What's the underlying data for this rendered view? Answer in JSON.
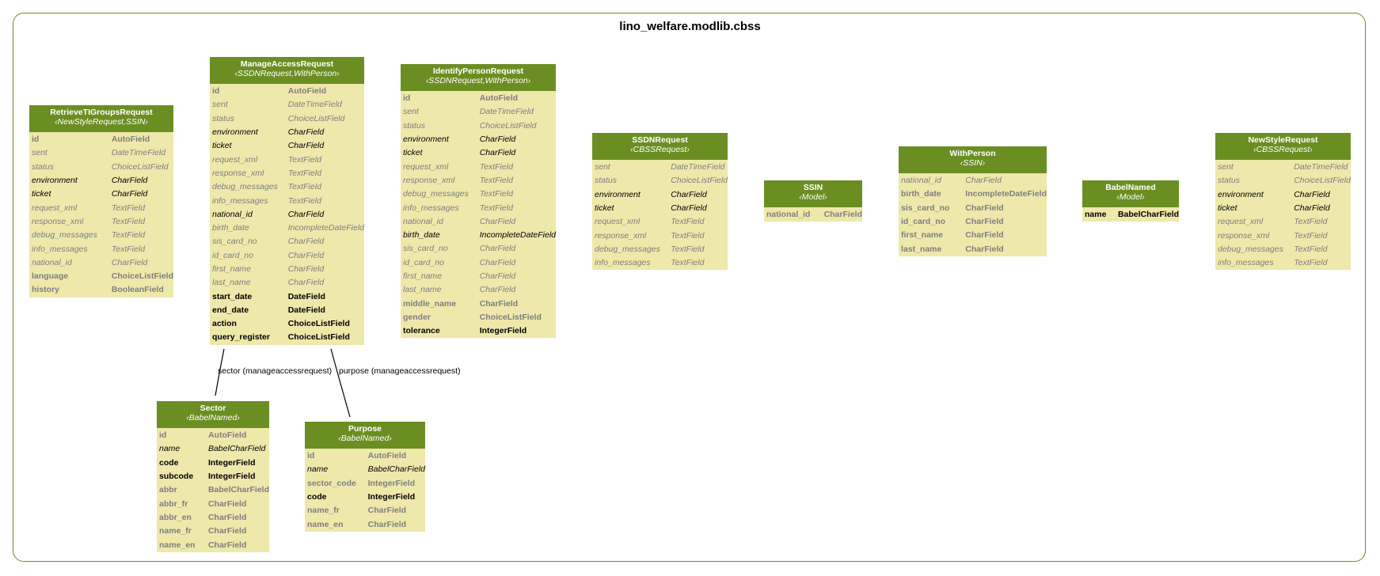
{
  "title": "lino_welfare.modlib.cbss",
  "models": [
    {
      "id": "RetrieveTIGroupsRequest",
      "name": "RetrieveTIGroupsRequest",
      "bases": "‹NewStyleRequest,SSIN›",
      "fields": [
        {
          "name": "id",
          "type": "AutoField",
          "style": "boldgray"
        },
        {
          "name": "sent",
          "type": "DateTimeField",
          "style": "italgray"
        },
        {
          "name": "status",
          "type": "ChoiceListField",
          "style": "italgray"
        },
        {
          "name": "environment",
          "type": "CharField",
          "style": "ital"
        },
        {
          "name": "ticket",
          "type": "CharField",
          "style": "ital"
        },
        {
          "name": "request_xml",
          "type": "TextField",
          "style": "italgray"
        },
        {
          "name": "response_xml",
          "type": "TextField",
          "style": "italgray"
        },
        {
          "name": "debug_messages",
          "type": "TextField",
          "style": "italgray"
        },
        {
          "name": "info_messages",
          "type": "TextField",
          "style": "italgray"
        },
        {
          "name": "national_id",
          "type": "CharField",
          "style": "italgray"
        },
        {
          "name": "language",
          "type": "ChoiceListField",
          "style": "boldgray"
        },
        {
          "name": "history",
          "type": "BooleanField",
          "style": "boldgray"
        }
      ]
    },
    {
      "id": "ManageAccessRequest",
      "name": "ManageAccessRequest",
      "bases": "‹SSDNRequest,WithPerson›",
      "fields": [
        {
          "name": "id",
          "type": "AutoField",
          "style": "boldgray"
        },
        {
          "name": "sent",
          "type": "DateTimeField",
          "style": "italgray"
        },
        {
          "name": "status",
          "type": "ChoiceListField",
          "style": "italgray"
        },
        {
          "name": "environment",
          "type": "CharField",
          "style": "ital"
        },
        {
          "name": "ticket",
          "type": "CharField",
          "style": "ital"
        },
        {
          "name": "request_xml",
          "type": "TextField",
          "style": "italgray"
        },
        {
          "name": "response_xml",
          "type": "TextField",
          "style": "italgray"
        },
        {
          "name": "debug_messages",
          "type": "TextField",
          "style": "italgray"
        },
        {
          "name": "info_messages",
          "type": "TextField",
          "style": "italgray"
        },
        {
          "name": "national_id",
          "type": "CharField",
          "style": "ital"
        },
        {
          "name": "birth_date",
          "type": "IncompleteDateField",
          "style": "italgray"
        },
        {
          "name": "sis_card_no",
          "type": "CharField",
          "style": "italgray"
        },
        {
          "name": "id_card_no",
          "type": "CharField",
          "style": "italgray"
        },
        {
          "name": "first_name",
          "type": "CharField",
          "style": "italgray"
        },
        {
          "name": "last_name",
          "type": "CharField",
          "style": "italgray"
        },
        {
          "name": "start_date",
          "type": "DateField",
          "style": "bold"
        },
        {
          "name": "end_date",
          "type": "DateField",
          "style": "bold"
        },
        {
          "name": "action",
          "type": "ChoiceListField",
          "style": "bold"
        },
        {
          "name": "query_register",
          "type": "ChoiceListField",
          "style": "bold"
        }
      ]
    },
    {
      "id": "IdentifyPersonRequest",
      "name": "IdentifyPersonRequest",
      "bases": "‹SSDNRequest,WithPerson›",
      "fields": [
        {
          "name": "id",
          "type": "AutoField",
          "style": "boldgray"
        },
        {
          "name": "sent",
          "type": "DateTimeField",
          "style": "italgray"
        },
        {
          "name": "status",
          "type": "ChoiceListField",
          "style": "italgray"
        },
        {
          "name": "environment",
          "type": "CharField",
          "style": "ital"
        },
        {
          "name": "ticket",
          "type": "CharField",
          "style": "ital"
        },
        {
          "name": "request_xml",
          "type": "TextField",
          "style": "italgray"
        },
        {
          "name": "response_xml",
          "type": "TextField",
          "style": "italgray"
        },
        {
          "name": "debug_messages",
          "type": "TextField",
          "style": "italgray"
        },
        {
          "name": "info_messages",
          "type": "TextField",
          "style": "italgray"
        },
        {
          "name": "national_id",
          "type": "CharField",
          "style": "italgray"
        },
        {
          "name": "birth_date",
          "type": "IncompleteDateField",
          "style": "ital"
        },
        {
          "name": "sis_card_no",
          "type": "CharField",
          "style": "italgray"
        },
        {
          "name": "id_card_no",
          "type": "CharField",
          "style": "italgray"
        },
        {
          "name": "first_name",
          "type": "CharField",
          "style": "italgray"
        },
        {
          "name": "last_name",
          "type": "CharField",
          "style": "italgray"
        },
        {
          "name": "middle_name",
          "type": "CharField",
          "style": "boldgray"
        },
        {
          "name": "gender",
          "type": "ChoiceListField",
          "style": "boldgray"
        },
        {
          "name": "tolerance",
          "type": "IntegerField",
          "style": "bold"
        }
      ]
    },
    {
      "id": "SSDNRequest",
      "name": "SSDNRequest",
      "bases": "‹CBSSRequest›",
      "fields": [
        {
          "name": "sent",
          "type": "DateTimeField",
          "style": "italgray"
        },
        {
          "name": "status",
          "type": "ChoiceListField",
          "style": "italgray"
        },
        {
          "name": "environment",
          "type": "CharField",
          "style": "ital"
        },
        {
          "name": "ticket",
          "type": "CharField",
          "style": "ital"
        },
        {
          "name": "request_xml",
          "type": "TextField",
          "style": "italgray"
        },
        {
          "name": "response_xml",
          "type": "TextField",
          "style": "italgray"
        },
        {
          "name": "debug_messages",
          "type": "TextField",
          "style": "italgray"
        },
        {
          "name": "info_messages",
          "type": "TextField",
          "style": "italgray"
        }
      ]
    },
    {
      "id": "SSIN",
      "name": "SSIN",
      "bases": "‹Model›",
      "fields": [
        {
          "name": "national_id",
          "type": "CharField",
          "style": "boldgray"
        }
      ]
    },
    {
      "id": "WithPerson",
      "name": "WithPerson",
      "bases": "‹SSIN›",
      "fields": [
        {
          "name": "national_id",
          "type": "CharField",
          "style": "italgray"
        },
        {
          "name": "birth_date",
          "type": "IncompleteDateField",
          "style": "boldgray"
        },
        {
          "name": "sis_card_no",
          "type": "CharField",
          "style": "boldgray"
        },
        {
          "name": "id_card_no",
          "type": "CharField",
          "style": "boldgray"
        },
        {
          "name": "first_name",
          "type": "CharField",
          "style": "boldgray"
        },
        {
          "name": "last_name",
          "type": "CharField",
          "style": "boldgray"
        }
      ]
    },
    {
      "id": "BabelNamed",
      "name": "BabelNamed",
      "bases": "‹Model›",
      "fields": [
        {
          "name": "name",
          "type": "BabelCharField",
          "style": "bold"
        }
      ]
    },
    {
      "id": "NewStyleRequest",
      "name": "NewStyleRequest",
      "bases": "‹CBSSRequest›",
      "fields": [
        {
          "name": "sent",
          "type": "DateTimeField",
          "style": "italgray"
        },
        {
          "name": "status",
          "type": "ChoiceListField",
          "style": "italgray"
        },
        {
          "name": "environment",
          "type": "CharField",
          "style": "ital"
        },
        {
          "name": "ticket",
          "type": "CharField",
          "style": "ital"
        },
        {
          "name": "request_xml",
          "type": "TextField",
          "style": "italgray"
        },
        {
          "name": "response_xml",
          "type": "TextField",
          "style": "italgray"
        },
        {
          "name": "debug_messages",
          "type": "TextField",
          "style": "italgray"
        },
        {
          "name": "info_messages",
          "type": "TextField",
          "style": "italgray"
        }
      ]
    },
    {
      "id": "Sector",
      "name": "Sector",
      "bases": "‹BabelNamed›",
      "fields": [
        {
          "name": "id",
          "type": "AutoField",
          "style": "boldgray"
        },
        {
          "name": "name",
          "type": "BabelCharField",
          "style": "ital"
        },
        {
          "name": "code",
          "type": "IntegerField",
          "style": "bold"
        },
        {
          "name": "subcode",
          "type": "IntegerField",
          "style": "bold"
        },
        {
          "name": "abbr",
          "type": "BabelCharField",
          "style": "boldgray"
        },
        {
          "name": "abbr_fr",
          "type": "CharField",
          "style": "boldgray"
        },
        {
          "name": "abbr_en",
          "type": "CharField",
          "style": "boldgray"
        },
        {
          "name": "name_fr",
          "type": "CharField",
          "style": "boldgray"
        },
        {
          "name": "name_en",
          "type": "CharField",
          "style": "boldgray"
        }
      ]
    },
    {
      "id": "Purpose",
      "name": "Purpose",
      "bases": "‹BabelNamed›",
      "fields": [
        {
          "name": "id",
          "type": "AutoField",
          "style": "boldgray"
        },
        {
          "name": "name",
          "type": "BabelCharField",
          "style": "ital"
        },
        {
          "name": "sector_code",
          "type": "IntegerField",
          "style": "boldgray"
        },
        {
          "name": "code",
          "type": "IntegerField",
          "style": "bold"
        },
        {
          "name": "name_fr",
          "type": "CharField",
          "style": "boldgray"
        },
        {
          "name": "name_en",
          "type": "CharField",
          "style": "boldgray"
        }
      ]
    }
  ],
  "edges": [
    {
      "from": "ManageAccessRequest",
      "to": "Sector",
      "label": "sector (manageaccessrequest)"
    },
    {
      "from": "ManageAccessRequest",
      "to": "Purpose",
      "label": "purpose (manageaccessrequest)"
    }
  ],
  "colors": {
    "header": "#6b8e23",
    "body": "#eee8aa",
    "gray_text": "#7f7f7f",
    "frame": "#6b8e23"
  }
}
